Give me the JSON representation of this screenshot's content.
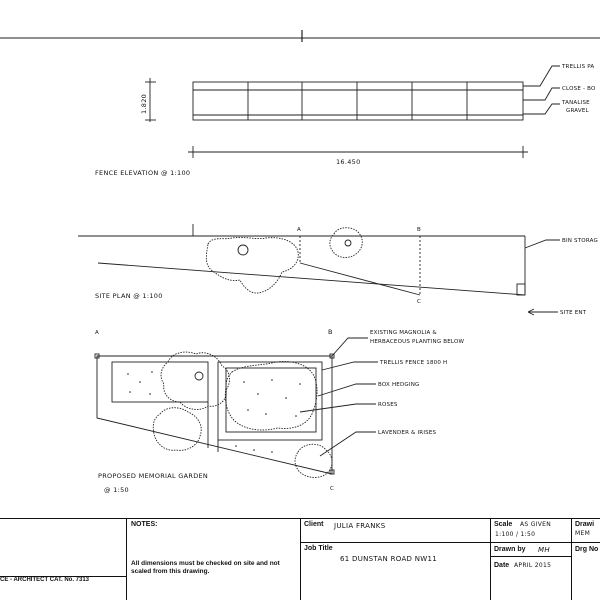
{
  "fence_elevation": {
    "title": "FENCE ELEVATION @ 1:100",
    "height_dim": "1.820",
    "length_dim": "16.450",
    "labels": [
      "TRELLIS PA",
      "CLOSE - BO",
      "TANALISE",
      "GRAVEL"
    ]
  },
  "site_plan": {
    "title": "SITE PLAN @ 1:100",
    "markers": [
      "A",
      "B",
      "C"
    ],
    "bin_label": "BIN STORAG",
    "entrance_label": "SITE ENT"
  },
  "memorial_garden": {
    "title_line1": "PROPOSED MEMORIAL GARDEN",
    "title_line2": "@ 1:50",
    "markers": [
      "A",
      "B",
      "C"
    ],
    "annotations": [
      "EXISTING MAGNOLIA &",
      "HERBACEOUS PLANTING BELOW",
      "TRELLIS FENCE 1800 H",
      "BOX HEDGING",
      "ROSES",
      "LAVENDER & IRISES"
    ]
  },
  "title_block": {
    "maker": "CE - ARCHITECT CAT. No. 7313",
    "notes_heading": "NOTES:",
    "notes_text": "All dimensions must be checked on site and not scaled from this drawing.",
    "client_label": "Client",
    "client_value": "JULIA FRANKS",
    "job_label": "Job Title",
    "job_value": "61 DUNSTAN ROAD NW11",
    "scale_label": "Scale",
    "scale_value_1": "AS GIVEN",
    "scale_value_2": "1:100 / 1:50",
    "drawn_label": "Drawn by",
    "drawn_value": "MH",
    "date_label": "Date",
    "date_value": "APRIL 2015",
    "drawing_label": "Drawi",
    "drawing_value": "MEM",
    "drg_no_label": "Drg No"
  }
}
